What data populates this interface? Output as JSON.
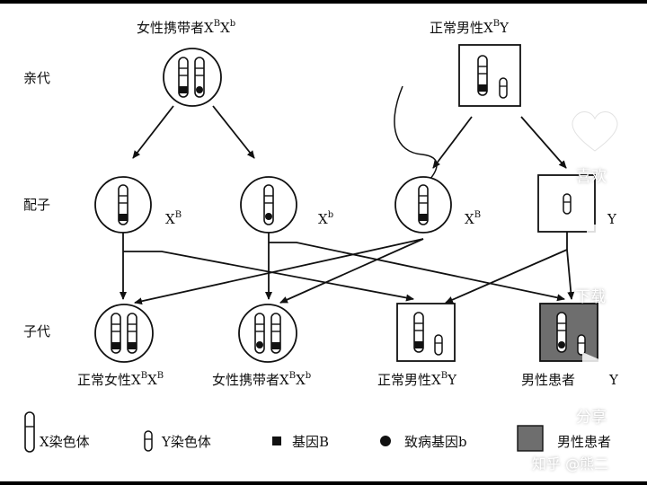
{
  "labels": {
    "parent_row": "亲代",
    "gamete_row": "配子",
    "offspring_row": "子代"
  },
  "parents": {
    "female": {
      "name": "女性携带者",
      "genotype_prefix": "X",
      "sup1": "B",
      "mid": "X",
      "sup2": "b"
    },
    "male": {
      "name": "正常男性",
      "genotype_prefix": "X",
      "sup1": "B",
      "mid": "Y",
      "sup2": ""
    }
  },
  "gametes": [
    {
      "base": "X",
      "sup": "B"
    },
    {
      "base": "X",
      "sup": "b"
    },
    {
      "base": "X",
      "sup": "B"
    },
    {
      "base": "Y",
      "sup": ""
    }
  ],
  "offspring": [
    {
      "name": "正常女性",
      "g1": "X",
      "s1": "B",
      "g2": "X",
      "s2": "B"
    },
    {
      "name": "女性携带者",
      "g1": "X",
      "s1": "B",
      "g2": "X",
      "s2": "b"
    },
    {
      "name": "正常男性",
      "g1": "X",
      "s1": "B",
      "g2": "Y",
      "s2": ""
    },
    {
      "name": "男性患者",
      "g1": "",
      "s1": "",
      "g2": "Y",
      "s2": ""
    }
  ],
  "legend": {
    "x_chromosome": "X染色体",
    "y_chromosome": "Y染色体",
    "gene_B": "基因B",
    "disease_gene_b": "致病基因b",
    "male_patient": "男性患者"
  },
  "overlay": {
    "like_label": "喜欢",
    "download_label": "下载",
    "share_label": "分享",
    "watermark": "知乎 @熊二"
  },
  "colors": {
    "page_bg": "#ffffff",
    "frame_bg": "#000000",
    "patient_fill": "#6e6e6e",
    "ink": "#111111"
  }
}
